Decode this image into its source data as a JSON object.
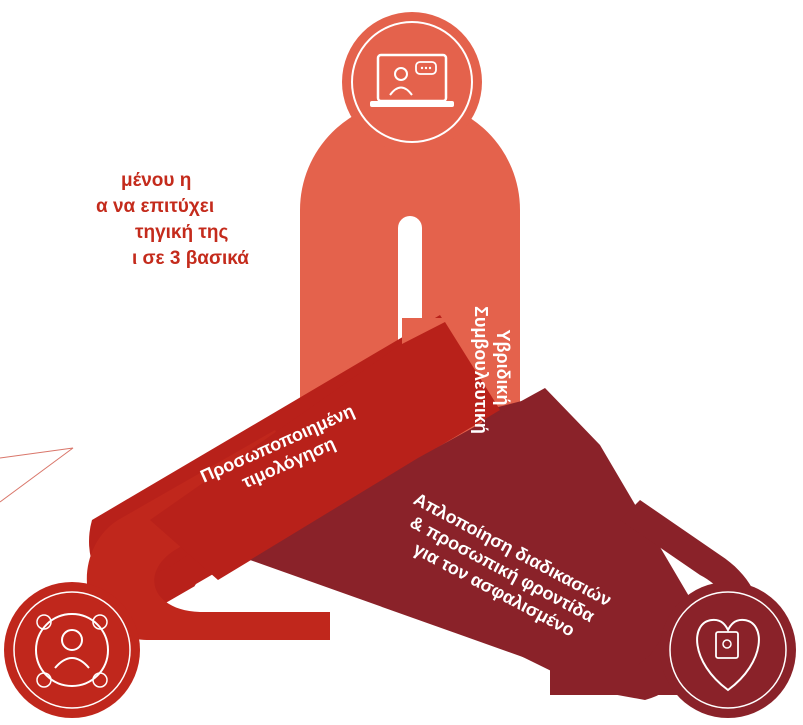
{
  "intro_text": {
    "line1": "μένου η",
    "line2": "α να επιτύχει",
    "line3": "τηγική της",
    "line4": "ι σε 3 βασικά"
  },
  "loops": {
    "hybrid": {
      "line1": "Υβριδική",
      "line2": "Συμβουλευτική",
      "color": "#e4624c"
    },
    "pricing": {
      "line1": "Προσωποποιημένη",
      "line2": "τιμολόγηση",
      "color": "#b8211a"
    },
    "simplification": {
      "line1": "Απλοποίηση διαδικασιών",
      "line2": "& προσωπική φροντίδα",
      "line3": "για τον ασφαλισμένο",
      "color": "#8a2229"
    }
  },
  "icons": {
    "top": "video-consultation-icon",
    "left": "personalized-customer-icon",
    "right": "heart-touch-icon"
  },
  "colors": {
    "accent_text": "#c42b1c"
  }
}
